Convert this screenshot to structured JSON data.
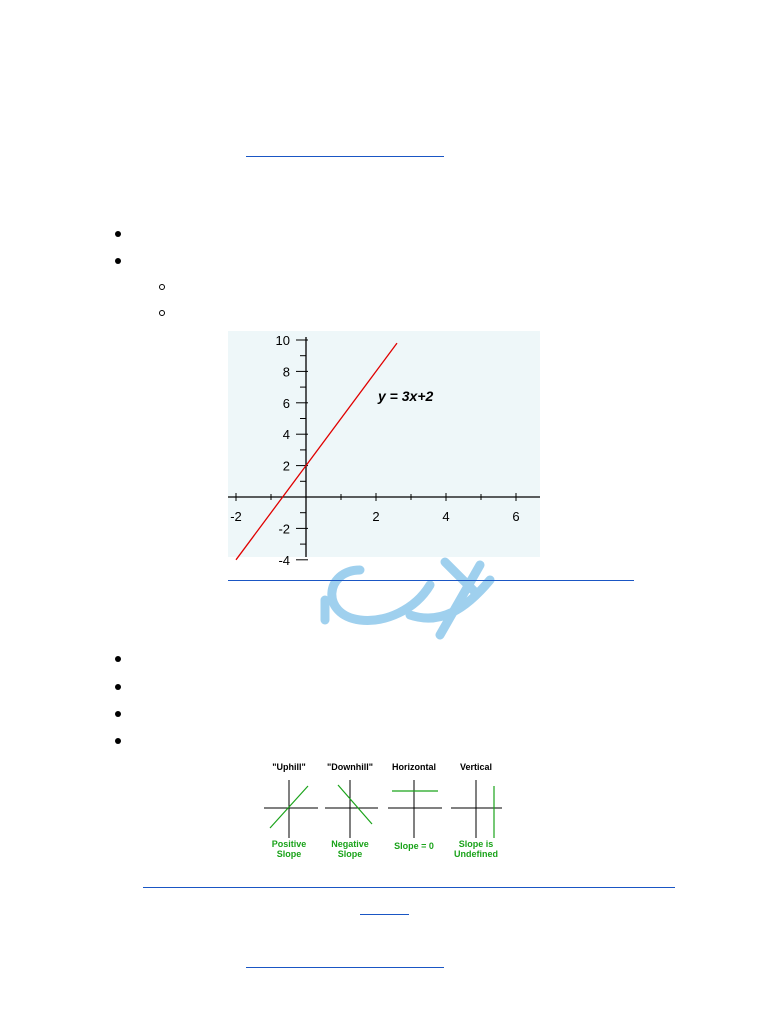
{
  "chart_data": {
    "type": "line",
    "title": "",
    "xlabel": "",
    "ylabel": "",
    "xlim": [
      -2.3,
      6.5
    ],
    "ylim": [
      -4,
      10
    ],
    "x_ticks": [
      -2,
      2,
      4,
      6
    ],
    "y_ticks": [
      10,
      8,
      6,
      4,
      2,
      -2,
      -4
    ],
    "x_minor_ticks": [
      -1,
      1,
      3,
      5
    ],
    "y_minor_ticks": [
      9,
      7,
      5,
      3,
      1,
      -1,
      -3
    ],
    "annotation": "y = 3x+2",
    "series": [
      {
        "x": [
          -2,
          2.6
        ],
        "y": [
          -4,
          9.8
        ],
        "color": "#e00000"
      }
    ],
    "background": "#eef7f9",
    "grid": false
  },
  "slope_figure": {
    "panels": [
      {
        "header": "\"Uphill\"",
        "caption_line1": "Positive",
        "caption_line2": "Slope"
      },
      {
        "header": "\"Downhill\"",
        "caption_line1": "Negative",
        "caption_line2": "Slope"
      },
      {
        "header": "Horizontal",
        "caption_line1": "Slope = 0",
        "caption_line2": ""
      },
      {
        "header": "Vertical",
        "caption_line1": "Slope is",
        "caption_line2": "Undefined"
      }
    ],
    "line_color": "#1aa31a",
    "caption_color": "#1aa31a"
  },
  "colors": {
    "link": "#1a56c4",
    "watermark": "#9fd0ee"
  }
}
